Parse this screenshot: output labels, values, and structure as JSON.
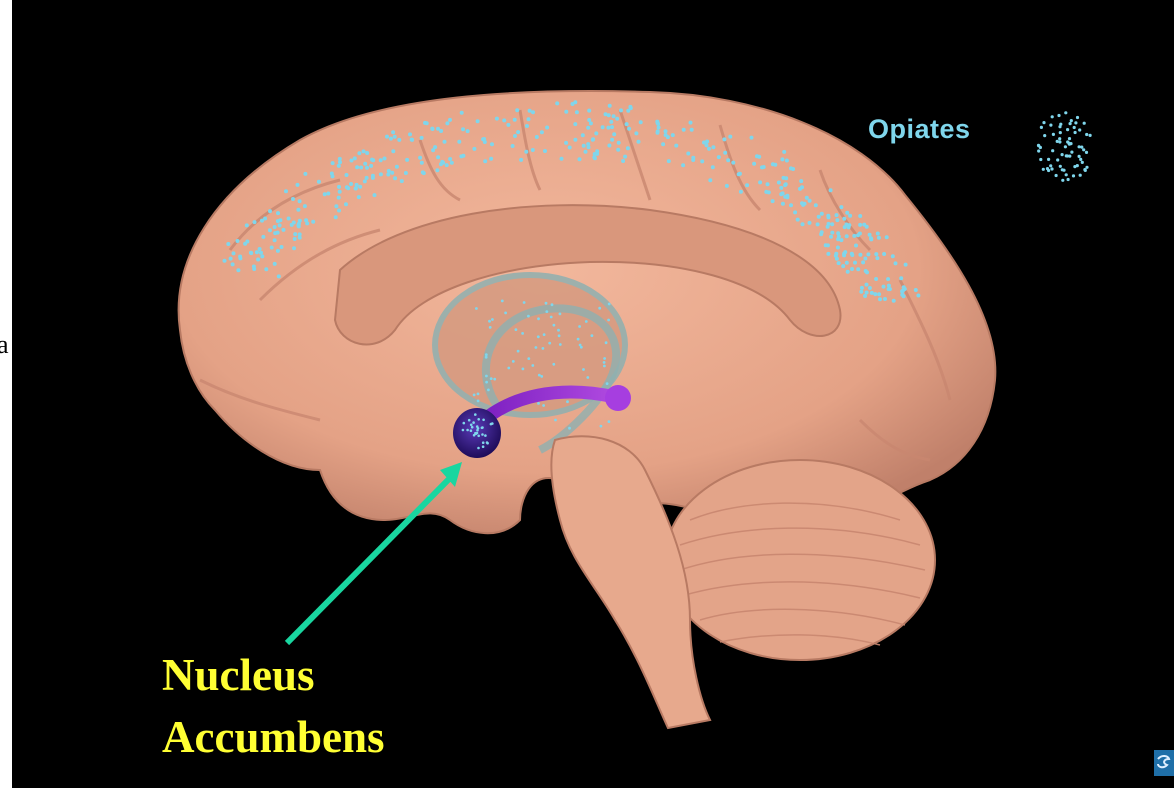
{
  "legend": {
    "label": "Opiates",
    "dot_color": "#7fd6ec",
    "icon": "opiate-molecule-cluster"
  },
  "callout": {
    "line1": "Nucleus",
    "line2": "Accumbens",
    "text_color": "#ffff33",
    "arrow_color": "#19d6a0"
  },
  "margin_fragment": "a",
  "colors": {
    "background": "#000000",
    "brain": "#e9a88c",
    "brain_shadow": "#c98770",
    "reward_pathway": "#9b2fd6",
    "nucleus_accumbens": "#3a1a8a",
    "opiate_dots": "#7fd6ec"
  },
  "logo": {
    "icon": "publisher-logo-icon"
  }
}
